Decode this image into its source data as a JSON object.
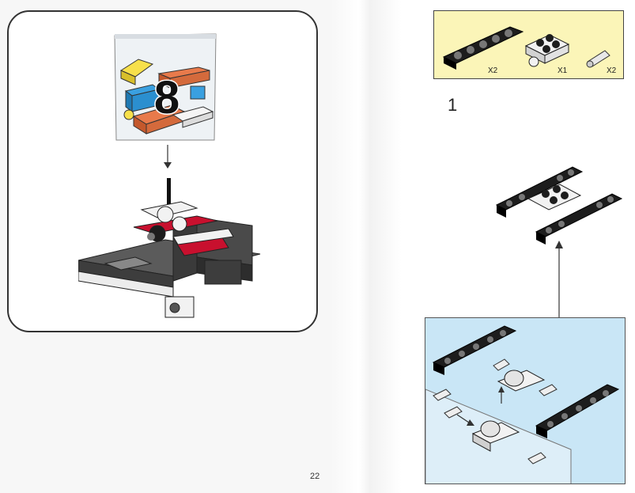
{
  "page": {
    "number": "22"
  },
  "bag": {
    "number": "8"
  },
  "step": {
    "number": "1"
  },
  "parts": [
    {
      "name": "black-liftarm",
      "qty": "X2"
    },
    {
      "name": "white-plate-with-axle-hole",
      "qty": "X1"
    },
    {
      "name": "gray-pin",
      "qty": "X2"
    }
  ],
  "colors": {
    "parts_callout_bg": "#fbf5b8",
    "subassembly_callout_bg": "#c9e6f6",
    "brick_black": "#1d1d1d",
    "brick_red": "#c8102e",
    "brick_white": "#f2f2f2",
    "brick_gray": "#555555"
  }
}
